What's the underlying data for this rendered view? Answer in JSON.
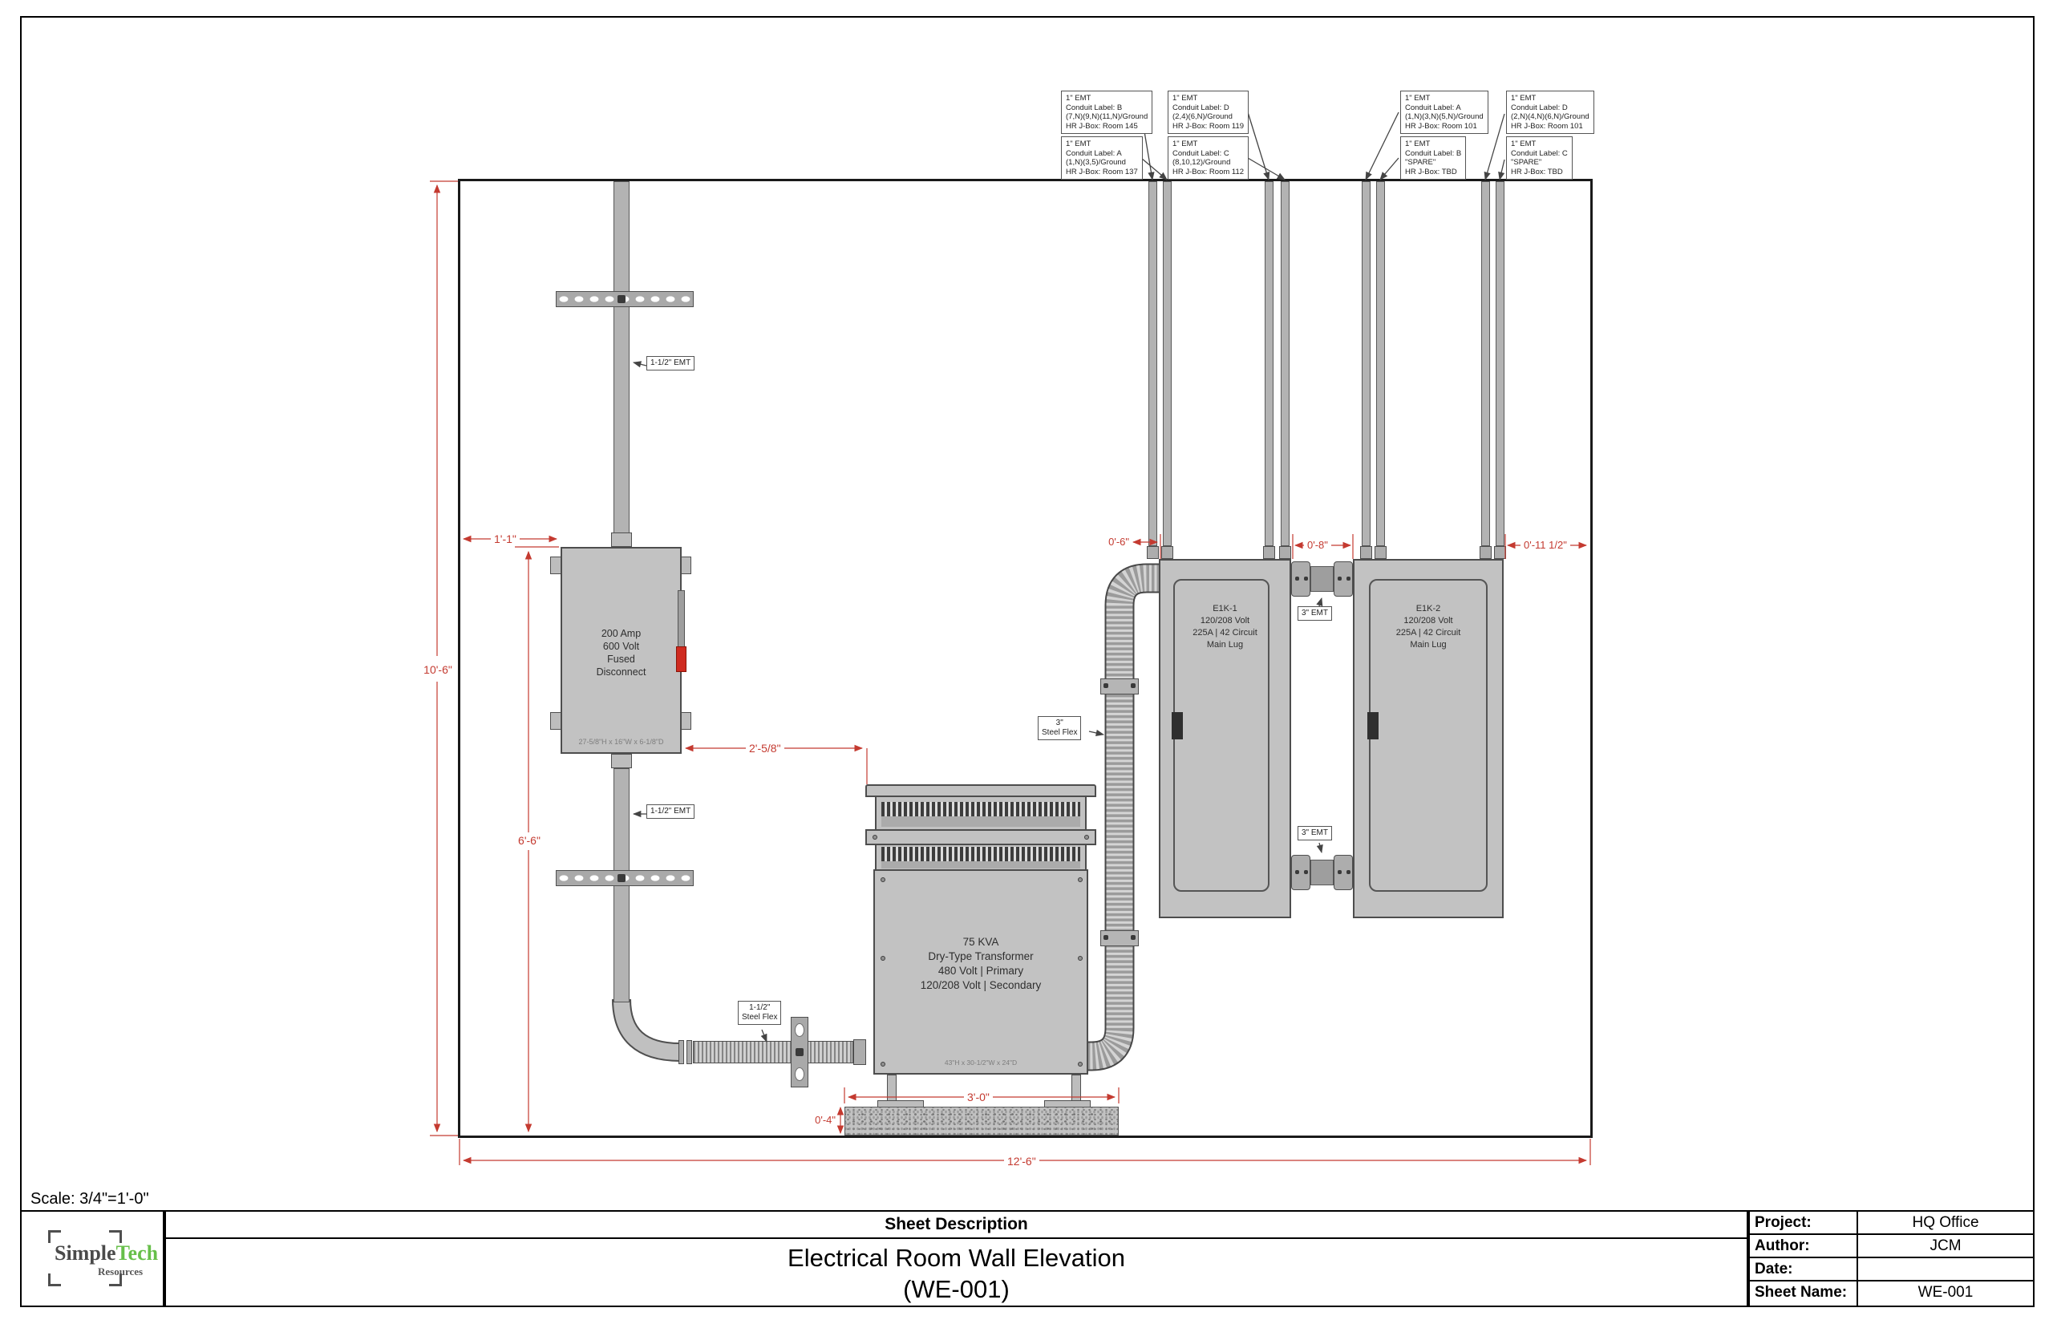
{
  "sheet": {
    "scale": "Scale: 3/4\"=1'-0\"",
    "description_header": "Sheet Description",
    "title_line1": "Electrical Room Wall Elevation",
    "title_line2": "(WE-001)",
    "logo": {
      "word1": "Simple",
      "word2": "Tech",
      "word3": "Resources"
    },
    "info": {
      "project_label": "Project:",
      "project": "HQ Office",
      "author_label": "Author:",
      "author": "JCM",
      "date_label": "Date:",
      "date": "",
      "sheet_name_label": "Sheet Name:",
      "sheet_name": "WE-001"
    }
  },
  "callouts": [
    {
      "lines": [
        "1\" EMT",
        "Conduit Label: B",
        "(7,N)(9,N)(11,N)/Ground",
        "HR J-Box: Room 145"
      ]
    },
    {
      "lines": [
        "1\" EMT",
        "Conduit Label: A",
        "(1,N)(3,5)/Ground",
        "HR J-Box: Room 137"
      ]
    },
    {
      "lines": [
        "1\" EMT",
        "Conduit Label: D",
        "(2,4)(6,N)/Ground",
        "HR J-Box: Room 119"
      ]
    },
    {
      "lines": [
        "1\" EMT",
        "Conduit Label: C",
        "(8,10,12)/Ground",
        "HR J-Box: Room 112"
      ]
    },
    {
      "lines": [
        "1\" EMT",
        "Conduit Label: A",
        "(1,N)(3,N)(5,N)/Ground",
        "HR J-Box: Room 101"
      ]
    },
    {
      "lines": [
        "1\" EMT",
        "Conduit Label: B",
        "\"SPARE\"",
        "HR J-Box: TBD"
      ]
    },
    {
      "lines": [
        "1\" EMT",
        "Conduit Label: D",
        "(2,N)(4,N)(6,N)/Ground",
        "HR J-Box: Room 101"
      ]
    },
    {
      "lines": [
        "1\" EMT",
        "Conduit Label: C",
        "\"SPARE\"",
        "HR J-Box: TBD"
      ]
    }
  ],
  "equipment": {
    "disconnect": {
      "lines": [
        "200 Amp",
        "600 Volt",
        "Fused",
        "Disconnect"
      ],
      "size": "27-5/8\"H x 16\"W x 6-1/8\"D"
    },
    "transformer": {
      "lines": [
        "75 KVA",
        "Dry-Type Transformer",
        "480 Volt | Primary",
        "120/208 Volt | Secondary"
      ],
      "size": "43\"H x 30-1/2\"W x 24\"D"
    },
    "panel1": {
      "lines": [
        "E1K-1",
        "120/208 Volt",
        "225A | 42 Circuit",
        "Main Lug"
      ]
    },
    "panel2": {
      "lines": [
        "E1K-2",
        "120/208 Volt",
        "225A | 42 Circuit",
        "Main Lug"
      ]
    }
  },
  "pipe_labels": {
    "emt_upper": "1-1/2\" EMT",
    "emt_lower": "1-1/2\" EMT",
    "flex_left_line1": "1-1/2\"",
    "flex_left_line2": "Steel Flex",
    "flex_right_line1": "3\"",
    "flex_right_line2": "Steel Flex",
    "emt3_top": "3\" EMT",
    "emt3_bottom": "3\" EMT"
  },
  "dimensions": {
    "wall_height": "10'-6\"",
    "disconnect_height": "6'-6\"",
    "disconnect_offset": "1'-1\"",
    "disconnect_to_transformer": "2'-5/8\"",
    "flex_to_panel": "0'-6\"",
    "panel_gap": "0'-8\"",
    "panel_to_wall": "0'-11 1/2\"",
    "pad_width": "3'-0\"",
    "pad_height": "0'-4\"",
    "wall_width": "12'-6\""
  },
  "colors": {
    "dimension_red": "#c43a30",
    "equipment_gray": "#c2c2c2",
    "logo_green": "#67bf4a"
  }
}
